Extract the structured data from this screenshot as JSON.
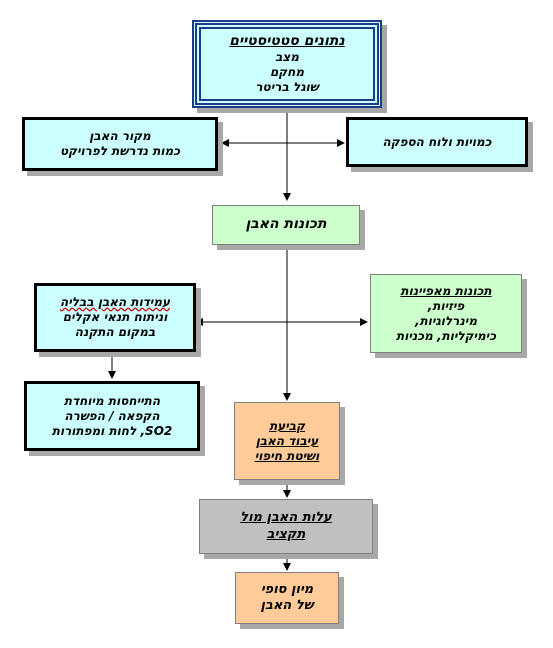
{
  "nodes": {
    "stats": {
      "title": "נתונים סטטיסטיים",
      "lines": [
        "מצב",
        "מחקם",
        "שוגל בריטר"
      ]
    },
    "stone_source": {
      "lines": [
        "מקור האבן",
        "כמות נדרשת לפרויקט"
      ]
    },
    "quantity_schedule": {
      "lines": [
        "כמויות ולוח הספקה"
      ]
    },
    "stone_properties": {
      "title": "תכונות האבן"
    },
    "stone_durability": {
      "title": "עמידות האבן בבליה",
      "lines": [
        "וניתוח תנאי אקלים",
        "במקום התקנה"
      ]
    },
    "characteristic_properties": {
      "title": "תכונות מאפיינות",
      "lines": [
        "פיזיות,",
        "מינרלוגיות,",
        "כימיקליות, מכניות"
      ]
    },
    "special_issues": {
      "lines": [
        "התייחסות מיוחדת",
        "הקפאה / הפשרה",
        "SO2, לחות ומפתורות"
      ]
    },
    "finishing": {
      "title": "קביעת",
      "lines": [
        "עיבוד האבן",
        "ושיטת חיפוי"
      ]
    },
    "cost": {
      "title": "עלות האבן מול",
      "lines": [
        "תקציב"
      ]
    },
    "final_sort": {
      "lines": [
        "מיון סופי",
        "של האבן"
      ]
    }
  },
  "colors": {
    "cyan": "#ccffff",
    "green": "#ccffcc",
    "orange": "#ffcc99",
    "gray": "#c0c0c0",
    "navy_border": "#1f3a8a",
    "line": "#000000"
  }
}
